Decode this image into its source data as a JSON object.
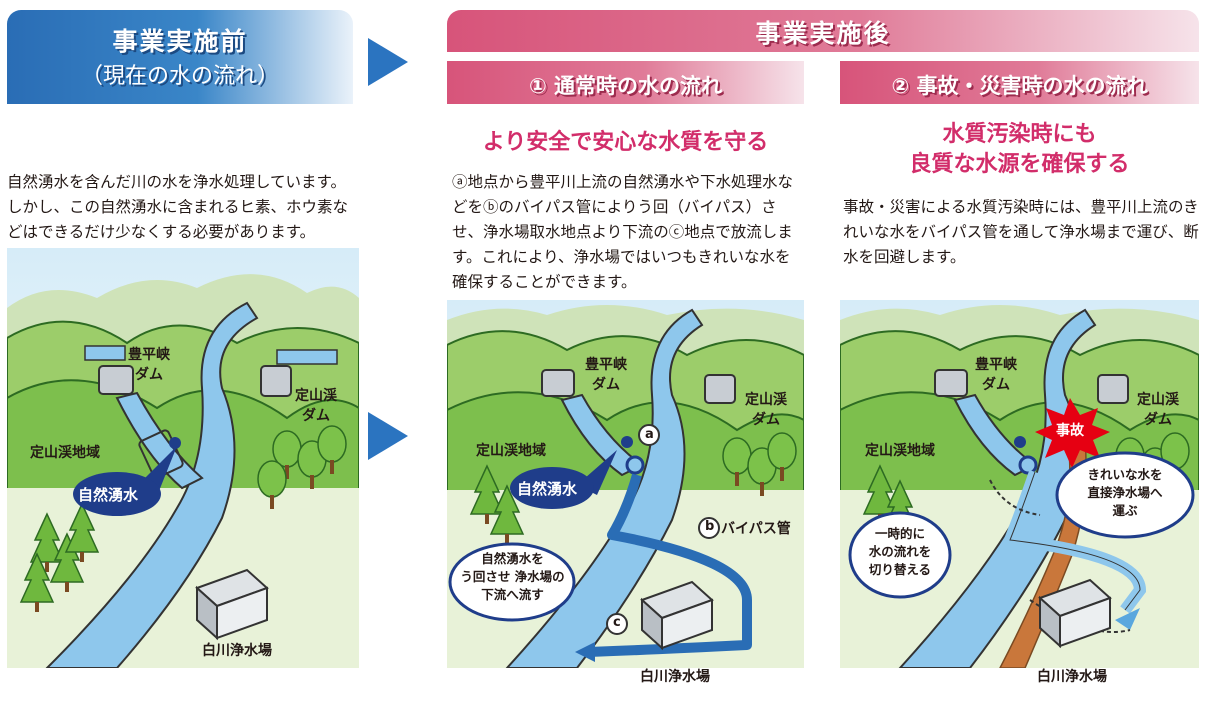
{
  "before": {
    "title": "事業実施前",
    "subtitle": "（現在の水の流れ）",
    "description": "自然湧水を含んだ川の水を浄水処理しています。しかし、この自然湧水に含まれるヒ素、ホウ素などはできるだけ少なくする必要があります。",
    "map": {
      "dam1": "豊平峡\nダム",
      "dam2": "定山渓\nダム",
      "region": "定山渓地域",
      "spring_bubble": "自然湧水",
      "plant": "白川浄水場"
    }
  },
  "after": {
    "title": "事業実施後",
    "normal": {
      "subtitle": "① 通常時の水の流れ",
      "headline": "より安全で安心な水質を守る",
      "description": "ⓐ地点から豊平川上流の自然湧水や下水処理水などをⓑのバイパス管によりう回（バイパス）させ、浄水場取水地点より下流のⓒ地点で放流します。これにより、浄水場ではいつもきれいな水を確保することができます。",
      "map": {
        "dam1": "豊平峡\nダム",
        "dam2": "定山渓\nダム",
        "region": "定山渓地域",
        "spring_bubble": "自然湧水",
        "point_a": "a",
        "point_b": "b",
        "point_c": "c",
        "bypass_label": "バイパス管",
        "callout": "自然湧水を\nう回させ 浄水場の\n下流へ流す",
        "plant": "白川浄水場"
      }
    },
    "disaster": {
      "subtitle": "② 事故・災害時の水の流れ",
      "headline_line1": "水質汚染時にも",
      "headline_line2": "良質な水源を確保する",
      "description": "事故・災害による水質汚染時には、豊平川上流のきれいな水をバイパス管を通して浄水場まで運び、断水を回避します。",
      "map": {
        "dam1": "豊平峡\nダム",
        "dam2": "定山渓\nダム",
        "region": "定山渓地域",
        "accident": "事故",
        "callout_left": "一時的に\n水の流れを\n切り替える",
        "callout_right": "きれいな水を\n直接浄水場へ\n運ぶ",
        "plant": "白川浄水場"
      }
    }
  },
  "colors": {
    "before_header": "#2a6db5",
    "after_header": "#d7547a",
    "headline": "#d22d6a",
    "arrow": "#2b74c0",
    "river": "#8ec7ec",
    "bypass": "#2a6db5",
    "polluted": "#c9773b",
    "forest": "#6fb83e"
  }
}
